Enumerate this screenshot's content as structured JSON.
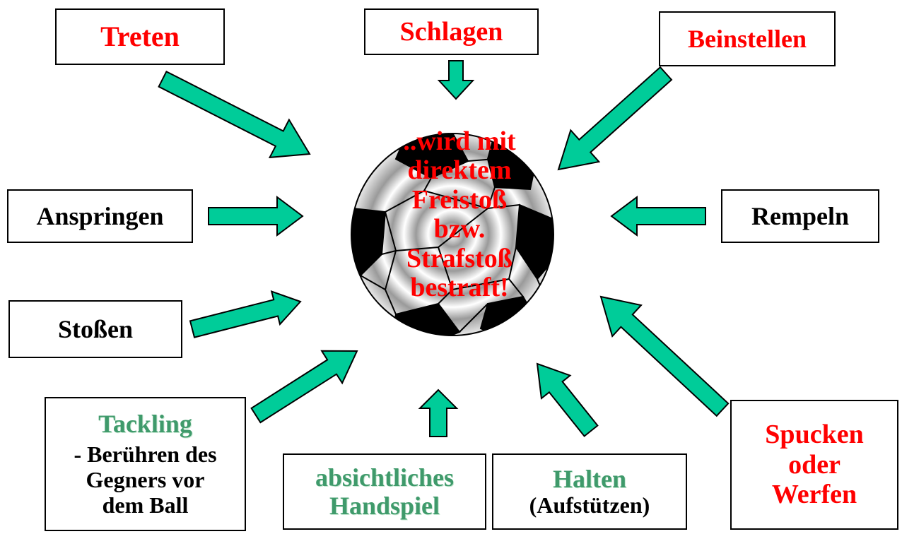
{
  "labels": {
    "treten": "Treten",
    "schlagen": "Schlagen",
    "beinstellen": "Beinstellen",
    "anspringen": "Anspringen",
    "rempeln": "Rempeln",
    "stossen": "Stoßen",
    "tackling_title": "Tackling",
    "tackling_desc1": "- Berühren des",
    "tackling_desc2": "Gegners vor",
    "tackling_desc3": "dem Ball",
    "handspiel1": "absichtliches",
    "handspiel2": "Handspiel",
    "halten_title": "Halten",
    "halten_sub": "(Aufstützen)",
    "spucken1": "Spucken",
    "spucken2": "oder",
    "spucken3": "Werfen"
  },
  "center_text": {
    "line1": "..wird mit",
    "line2": "direktem",
    "line3": "Freistoß",
    "line4": "bzw.",
    "line5": "Strafstoß",
    "line6": "bestraft!"
  },
  "colors": {
    "arrow_fill": "#00cc99",
    "label_red": "#ff0000",
    "label_green": "#3f9a6b"
  },
  "icons": {
    "center": "soccer-ball-icon"
  }
}
